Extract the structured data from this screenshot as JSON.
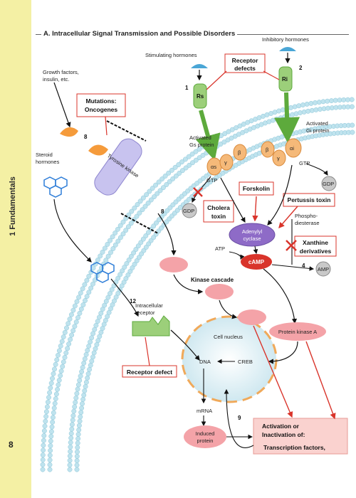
{
  "sidebar": {
    "label": "1 Fundamentals",
    "page_number": "8"
  },
  "header": {
    "title": "A. Intracellular Signal Transmission and Possible Disorders"
  },
  "labels": {
    "stimulating_hormones": "Stimulating hormones",
    "inhibitory_hormones": "Inhibitory hormones",
    "receptor_defects_1": "Receptor",
    "receptor_defects_2": "defects",
    "growth_factors_1": "Growth factors,",
    "growth_factors_2": "insulin, etc.",
    "mutations_1": "Mutations:",
    "mutations_2": "Oncogenes",
    "steroid_1": "Steroid",
    "steroid_2": "hormones",
    "tyrosine_kinase": "Tyrosine kinase",
    "rs": "Rs",
    "ri": "Ri",
    "activated_gs_1": "Activated",
    "activated_gs_2": "Gs protein",
    "activated_gi_1": "Activated",
    "activated_gi_2": "Gi protein",
    "alpha_s": "αs",
    "alpha_i": "αi",
    "beta": "β",
    "gamma": "γ",
    "gtp": "GTP",
    "gdp": "GDP",
    "cholera_1": "Cholera",
    "cholera_2": "toxin",
    "forskolin": "Forskolin",
    "pertussis": "Pertussis toxin",
    "adenylyl_1": "Adenylyl",
    "adenylyl_2": "cyclase",
    "phosphodiesterase_1": "Phospho-",
    "phosphodiesterase_2": "diesterase",
    "xanthine_1": "Xanthine",
    "xanthine_2": "derivatives",
    "atp": "ATP",
    "camp": "cAMP",
    "amp": "AMP",
    "kinase_cascade": "Kinase cascade",
    "intracellular_receptor_1": "Intracellular",
    "intracellular_receptor_2": "receptor",
    "receptor_defect": "Receptor defect",
    "cell_nucleus": "Cell nucleus",
    "dna": "DNA",
    "creb": "CREB",
    "protein_kinase_a": "Protein kinase A",
    "mrna": "mRNA",
    "induced_protein_1": "Induced",
    "induced_protein_2": "protein",
    "activation_1": "Activation or",
    "activation_2": "Inactivation of:",
    "transcription_factors": "Transcription factors,"
  },
  "step_numbers": {
    "n1": "1",
    "n2": "2",
    "n4": "4",
    "n8a": "8",
    "n8b": "8",
    "n9": "9",
    "n12": "12"
  },
  "colors": {
    "sidebar": "#f4f0a4",
    "membrane_bead": "#bfe3ee",
    "green_arrow": "#5daa3c",
    "red_arrow": "#d9342b",
    "orange_protein": "#f5b979",
    "pink_oval": "#f4a3a8",
    "purple_cyclase": "#8e6bc7",
    "nucleus_border": "#f0a95a",
    "activation_box": "#fad2cf"
  }
}
